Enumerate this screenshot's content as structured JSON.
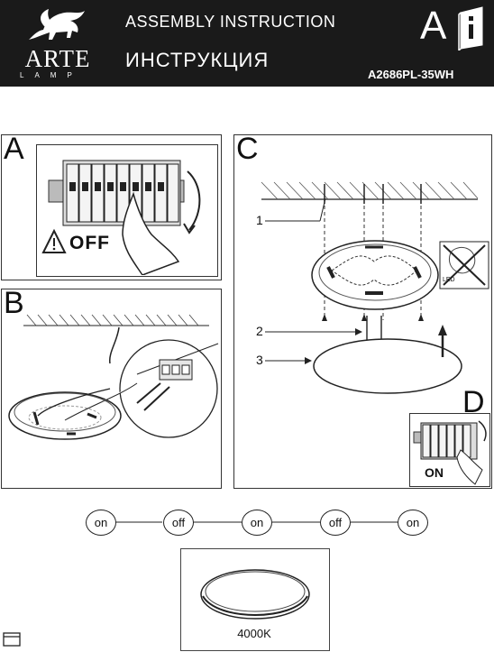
{
  "header": {
    "brand": "ARTE",
    "brand_sub": "LAMP",
    "title_en": "ASSEMBLY INSTRUCTION",
    "title_ru": "ИНСТРУКЦИЯ",
    "lang_letter": "A",
    "model": "A2686PL-35WH",
    "icon": "info-book-icon"
  },
  "panels": {
    "a": {
      "label": "A",
      "warning_text": "OFF"
    },
    "b": {
      "label": "B"
    },
    "c": {
      "label": "C",
      "callouts": [
        "1",
        "2",
        "3"
      ],
      "led_text": "LED"
    },
    "d": {
      "label": "D",
      "status_text": "ON"
    }
  },
  "switching": {
    "states": [
      "on",
      "off",
      "on",
      "off",
      "on"
    ]
  },
  "color_temperature": "4000K"
}
